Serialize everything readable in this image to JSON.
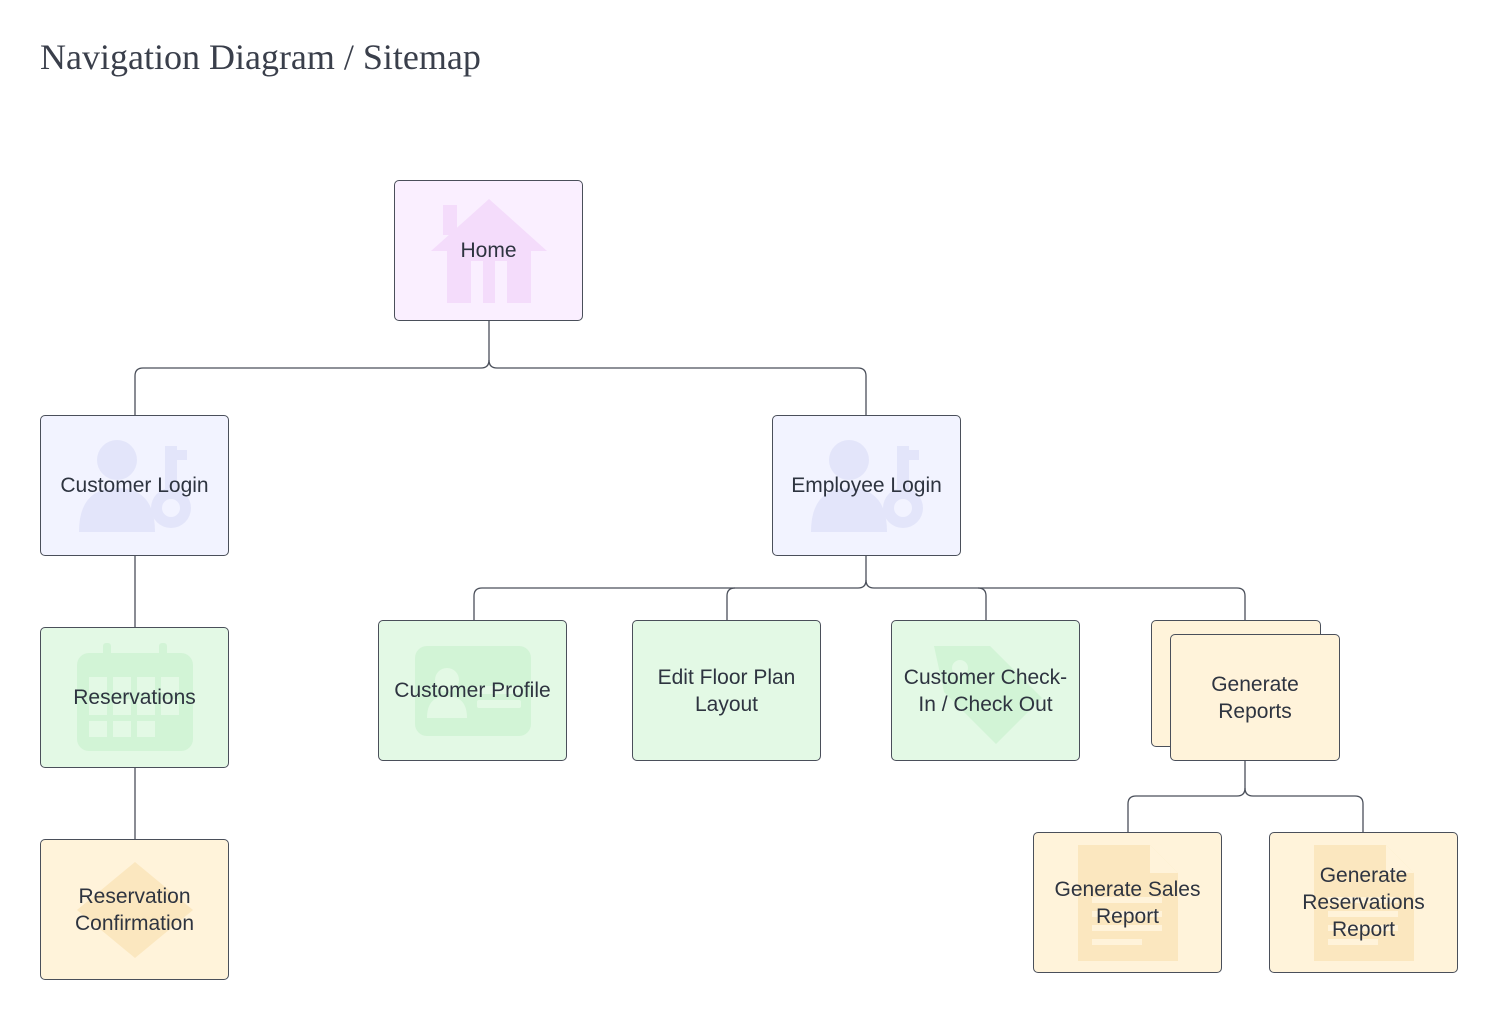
{
  "title": "Navigation Diagram / Sitemap",
  "colors": {
    "page_link": "#faefff",
    "login": "#f2f3ff",
    "action_page": "#e3f9e5",
    "output_page": "#fff3da",
    "line": "#4a4f5a"
  },
  "nodes": {
    "home": {
      "label": "Home",
      "icon": "house-icon"
    },
    "customer_login": {
      "label": "Customer Login",
      "icon": "user-key-icon"
    },
    "employee_login": {
      "label": "Employee Login",
      "icon": "user-key-icon"
    },
    "reservations": {
      "label": "Reservations",
      "icon": "calendar-icon"
    },
    "reservation_confirmation": {
      "label": "Reservation Confirmation",
      "icon": "diamond-icon"
    },
    "customer_profile": {
      "label": "Customer Profile",
      "icon": "id-card-icon"
    },
    "edit_floor_plan": {
      "label": "Edit Floor Plan Layout",
      "icon": ""
    },
    "checkin_checkout": {
      "label": "Customer Check-In / Check Out",
      "icon": "tag-icon"
    },
    "generate_reports": {
      "label": "Generate Reports",
      "icon": "stacked-pages"
    },
    "generate_sales_report": {
      "label": "Generate Sales Report",
      "icon": "document-icon"
    },
    "generate_reservations_report": {
      "label": "Generate Reservations Report",
      "icon": "document-icon"
    }
  }
}
